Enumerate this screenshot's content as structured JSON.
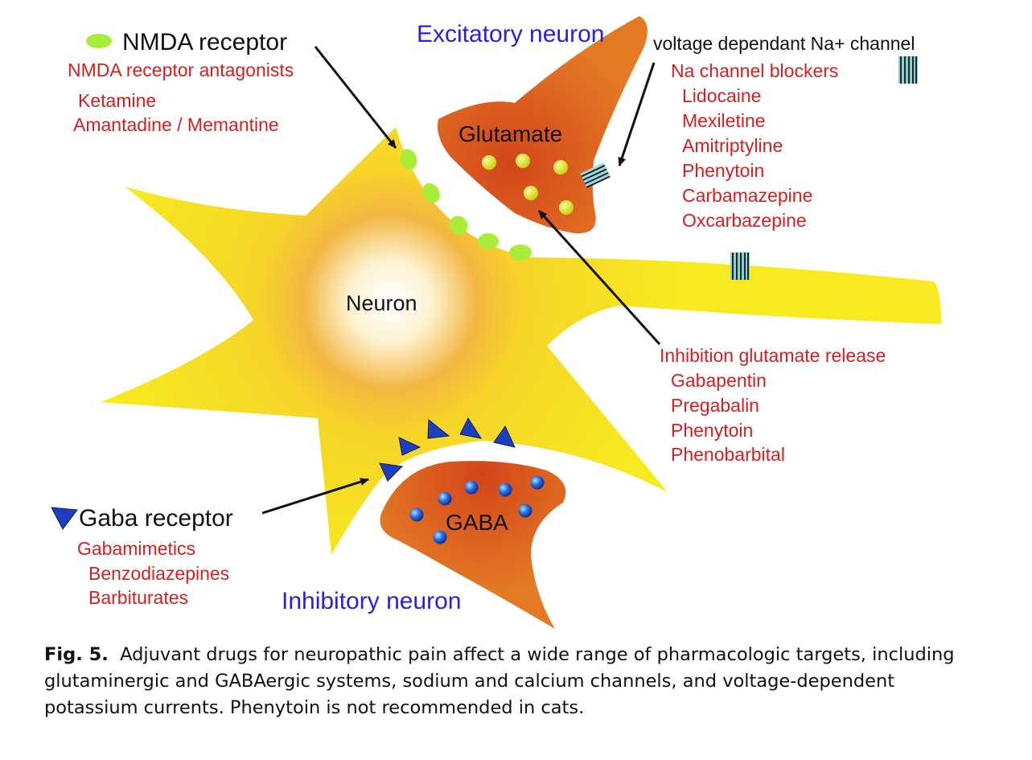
{
  "figure": {
    "neuron_label": "Neuron",
    "excitatory_title": "Excitatory neuron",
    "inhibitory_title": "Inhibitory neuron",
    "glutamate_label": "Glutamate",
    "gaba_label": "GABA",
    "nmda": {
      "title": "NMDA receptor",
      "subtitle": "NMDA receptor antagonists",
      "drugs": [
        "Ketamine",
        "Amantadine / Memantine"
      ]
    },
    "na_channel": {
      "title": "voltage dependant Na+ channel",
      "subtitle": "Na channel blockers",
      "drugs": [
        "Lidocaine",
        "Mexiletine",
        "Amitriptyline",
        "Phenytoin",
        "Carbamazepine",
        "Oxcarbazepine"
      ]
    },
    "glutamate_release": {
      "title": "Inhibition glutamate release",
      "drugs": [
        "Gabapentin",
        "Pregabalin",
        "Phenytoin",
        "Phenobarbital"
      ]
    },
    "gaba_receptor": {
      "title": "Gaba receptor",
      "subtitle": "Gabamimetics",
      "drugs": [
        "Benzodiazepines",
        "Barbiturates"
      ]
    }
  },
  "caption": {
    "label": "Fig. 5.",
    "text": "Adjuvant drugs for neuropathic pain affect a wide range of pharmacologic targets, including glutaminergic and GABAergic systems, sodium and calcium channels, and voltage-dependent potassium currents. Phenytoin is not recommended in cats."
  },
  "colors": {
    "neuron_yellow": "#f5e21a",
    "terminal_orange": "#e07021",
    "drug_red": "#d42020",
    "title_blue": "#2a1fe0",
    "receptor_green": "#9be830"
  }
}
